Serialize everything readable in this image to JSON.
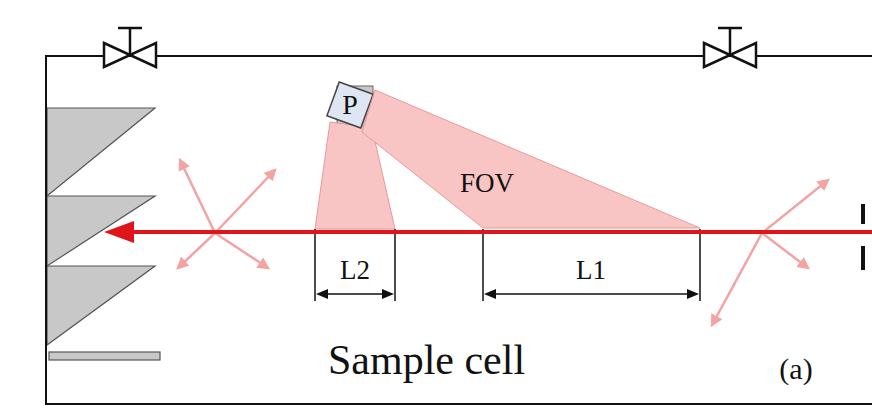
{
  "diagram": {
    "nodes": [
      {
        "text": [
          "Sample cell"
        ]
      },
      {
        "text": [
          "P"
        ],
        "in": 0
      },
      {
        "text": [
          "FOV"
        ],
        "in": 0
      }
    ],
    "labels": [
      "L2",
      "L1",
      "(a)"
    ]
  }
}
